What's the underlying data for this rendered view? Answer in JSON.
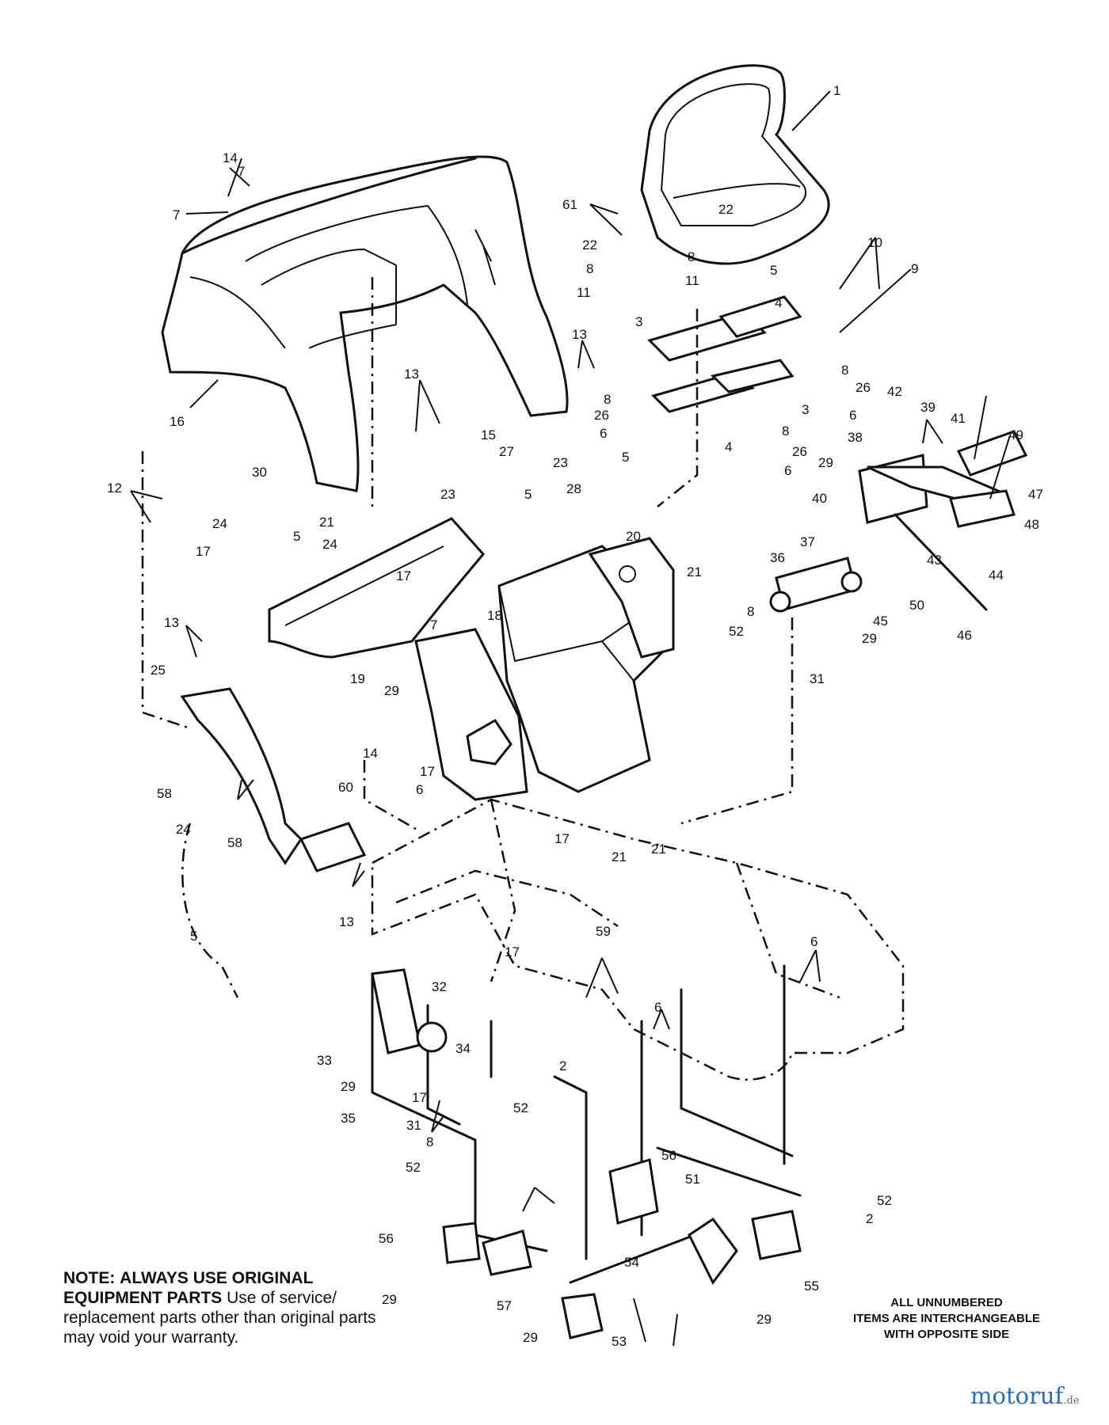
{
  "callouts": [
    "1",
    "2",
    "3",
    "4",
    "5",
    "6",
    "7",
    "8",
    "9",
    "10",
    "11",
    "12",
    "13",
    "14",
    "15",
    "16",
    "17",
    "18",
    "19",
    "20",
    "21",
    "22",
    "23",
    "24",
    "25",
    "26",
    "27",
    "28",
    "29",
    "30",
    "31",
    "32",
    "33",
    "34",
    "35",
    "36",
    "37",
    "38",
    "39",
    "40",
    "41",
    "42",
    "43",
    "44",
    "45",
    "46",
    "47",
    "48",
    "49",
    "50",
    "51",
    "52",
    "53",
    "54",
    "55",
    "56",
    "57",
    "58",
    "59",
    "60",
    "61"
  ],
  "note": {
    "label": "NOTE:",
    "heading": "ALWAYS USE ORIGINAL EQUIPMENT PARTS",
    "body": "Use of service/ replacement parts other than original parts may void your warranty."
  },
  "interchange_note": {
    "line1": "ALL UNNUMBERED",
    "line2": "ITEMS ARE INTERCHANGEABLE",
    "line3": "WITH OPPOSITE SIDE"
  },
  "watermark": {
    "brand": "motoruf",
    "domain": ".de"
  },
  "colors": {
    "ink": "#111111",
    "paper": "#ffffff",
    "watermark": "#2b6cbf"
  }
}
